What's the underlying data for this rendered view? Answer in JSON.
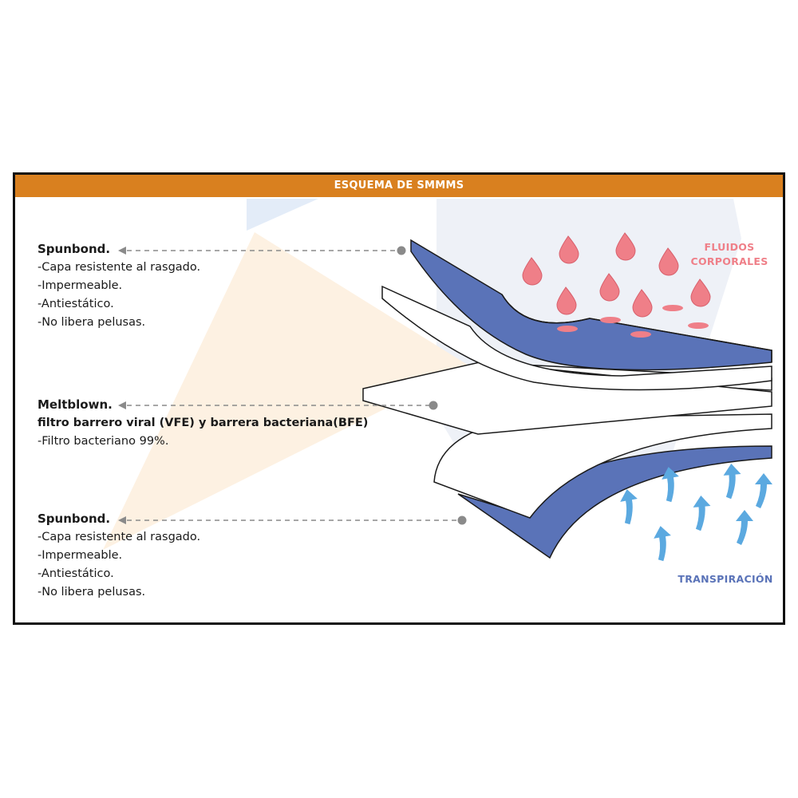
{
  "header": {
    "title": "ESQUEMA DE SMMMS"
  },
  "layers": [
    {
      "title": "Spunbond.",
      "features": [
        "-Capa resistente al rasgado.",
        "-Impermeable.",
        "-Antiestático.",
        "-No libera pelusas."
      ]
    },
    {
      "title": "Meltblown.",
      "subtitle": "filtro barrero viral (VFE) y barrera bacteriana(BFE)",
      "features": [
        "-Filtro bacteriano 99%."
      ]
    },
    {
      "title": "Spunbond.",
      "features": [
        "-Capa resistente al rasgado.",
        "-Impermeable.",
        "-Antiestático.",
        "-No libera pelusas."
      ]
    }
  ],
  "labels": {
    "fluids_line1": "FLUIDOS",
    "fluids_line2": "CORPORALES",
    "transpiration": "TRANSPIRACIÓN"
  },
  "colors": {
    "header": "#d9801f",
    "layer_blue": "#5a73b8",
    "drop": "#ef7f88",
    "arrow": "#5ba9e0",
    "fluids_text": "#ef7f88",
    "transpiration_text": "#5a73b8"
  },
  "icons": {
    "drop": "blood-drop-icon",
    "arrow": "upward-curved-arrow-icon"
  }
}
